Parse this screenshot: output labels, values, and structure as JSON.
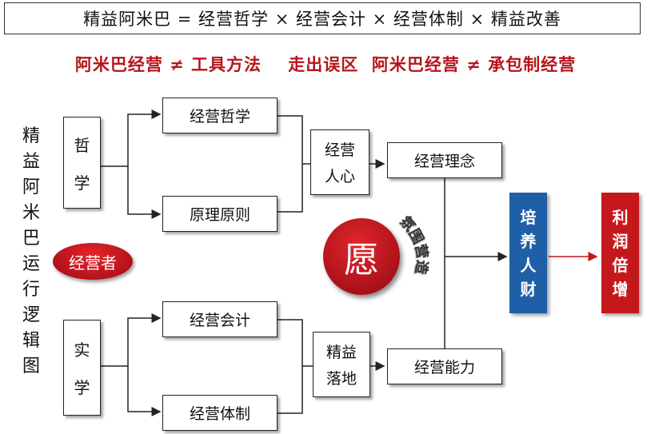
{
  "title": "精益阿米巴 = 经营哲学 × 经营会计 × 经营体制 × 精益改善",
  "subtitle": "阿米巴经营 ≠ 工具方法    走出误区  阿米巴经营 ≠ 承包制经营",
  "side_label": "精益阿米巴运行逻辑图",
  "philosophy": {
    "line1": "哲",
    "line2": "学"
  },
  "practice": {
    "line1": "实",
    "line2": "学"
  },
  "boxes": {
    "business_philosophy": "经营哲学",
    "principles": "原理原则",
    "accounting": "经营会计",
    "system": "经营体制",
    "mind_top": "经营",
    "mind_bottom": "人心",
    "lean_top": "精益",
    "lean_bottom": "落地",
    "concept": "经营理念",
    "ability": "经营能力"
  },
  "operator": "经营者",
  "wish": "愿",
  "atmosphere": "氛围营造",
  "talent": "培养人财",
  "profit": "利润倍增",
  "colors": {
    "accent_red": "#c4181d",
    "accent_blue": "#1f5fa8"
  }
}
